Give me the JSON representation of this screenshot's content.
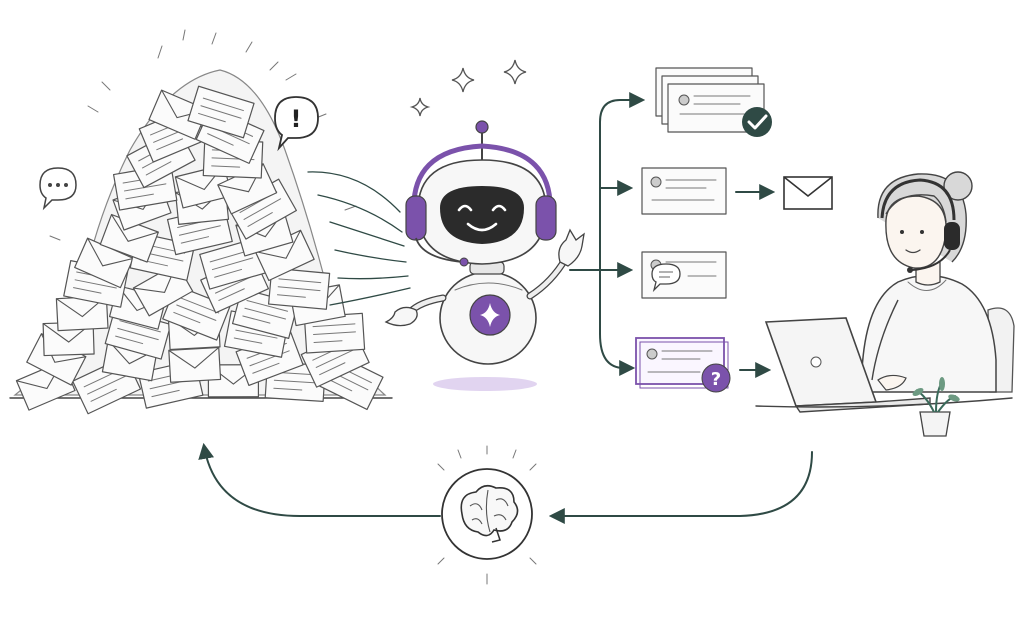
{
  "colors": {
    "flow": "#2f4a45",
    "accent": "#7b52ab",
    "accent_light": "#d9c9ec",
    "ink": "#444444",
    "robot_face": "#2b2b2b",
    "success": "#2f4a45"
  },
  "icons": {
    "alert": "!",
    "question": "?",
    "check": "check-icon",
    "envelope": "envelope-icon",
    "brain": "brain-icon",
    "sparkle": "sparkle-icon",
    "chat": "chat-bubble-icon"
  },
  "routes": [
    {
      "id": "resolved",
      "icon": "check-icon"
    },
    {
      "id": "reply",
      "icon": "envelope-icon"
    },
    {
      "id": "response",
      "icon": "chat-bubble-icon"
    },
    {
      "id": "escalate",
      "icon": "question-icon"
    }
  ]
}
